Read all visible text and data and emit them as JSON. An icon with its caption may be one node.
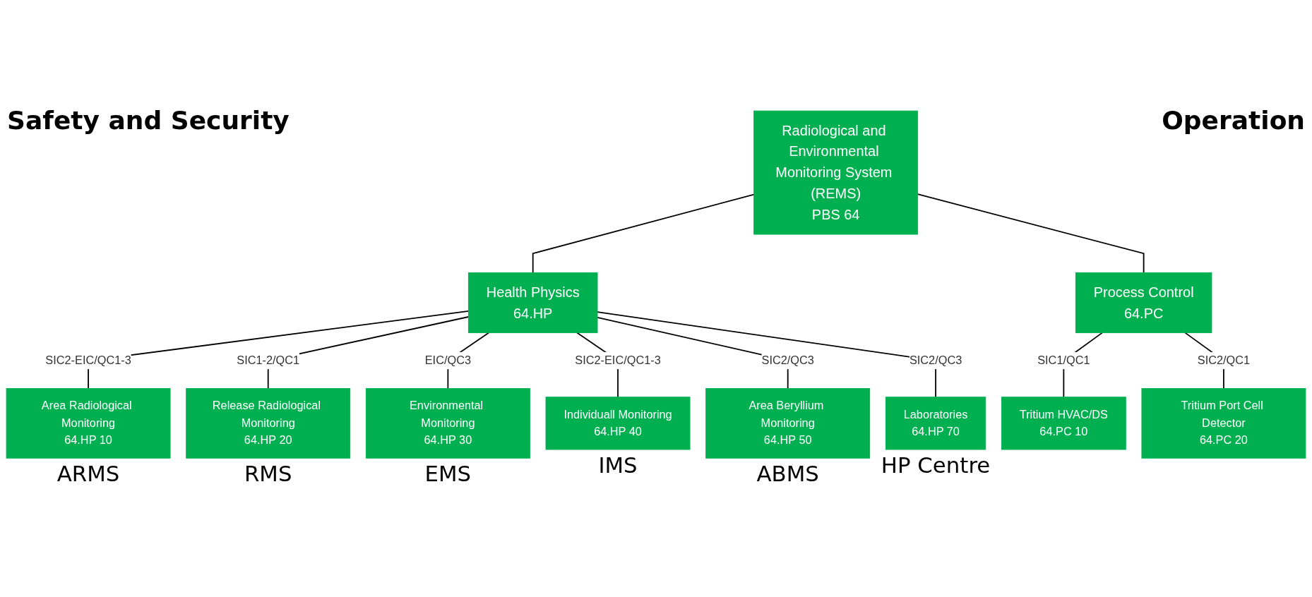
{
  "diagram": {
    "nodes": [
      {
        "text": [
          "Radiological and Environmental Monitoring System (REMS)",
          "PBS 64"
        ]
      },
      {
        "text": [
          "Health Physics",
          "64.HP"
        ]
      },
      {
        "text": [
          "Process Control",
          "64.PC"
        ]
      },
      {
        "text": [
          "Area Radiological Monitoring",
          "64.HP 10"
        ],
        "beside": [
          "ARMS"
        ]
      },
      {
        "text": [
          "Release Radiological Monitoring",
          "64.HP 20"
        ],
        "beside": [
          "RMS"
        ]
      },
      {
        "text": [
          "Environmental Monitoring",
          "64.HP 30"
        ],
        "beside": [
          "EMS"
        ]
      },
      {
        "text": [
          "Individuall Monitoring",
          "64.HP 40"
        ],
        "beside": [
          "IMS"
        ]
      },
      {
        "text": [
          "Area Beryllium Monitoring",
          "64.HP 50"
        ],
        "beside": [
          "ABMS"
        ]
      },
      {
        "text": [
          "Laboratories",
          "64.HP 70"
        ],
        "beside": [
          "HP Centre"
        ]
      },
      {
        "text": [
          "Tritium HVAC/DS",
          "64.PC 10"
        ]
      },
      {
        "text": [
          "Tritium Port Cell Detector",
          "64.PC 20"
        ]
      }
    ],
    "edges": [
      {
        "from": 0,
        "to": 1,
        "arrow": "none"
      },
      {
        "from": 0,
        "to": 2,
        "arrow": "none"
      },
      {
        "from": 1,
        "to": 3,
        "arrow": "none",
        "label": "SIC2-EIC/QC1-3"
      },
      {
        "from": 1,
        "to": 4,
        "arrow": "none",
        "label": "SIC1-2/QC1"
      },
      {
        "from": 1,
        "to": 5,
        "arrow": "none",
        "label": "EIC/QC3"
      },
      {
        "from": 1,
        "to": 6,
        "arrow": "none",
        "label": "SIC2-EIC/QC1-3"
      },
      {
        "from": 1,
        "to": 7,
        "arrow": "none",
        "label": "SIC2/QC3"
      },
      {
        "from": 1,
        "to": 8,
        "arrow": "none",
        "label": "SIC2/QC3"
      },
      {
        "from": 2,
        "to": 9,
        "arrow": "none",
        "label": "SIC1/QC1"
      },
      {
        "from": 2,
        "to": 10,
        "arrow": "none",
        "label": "SIC2/QC1"
      }
    ],
    "labels": [
      "Safety and Security",
      "Operation"
    ]
  }
}
